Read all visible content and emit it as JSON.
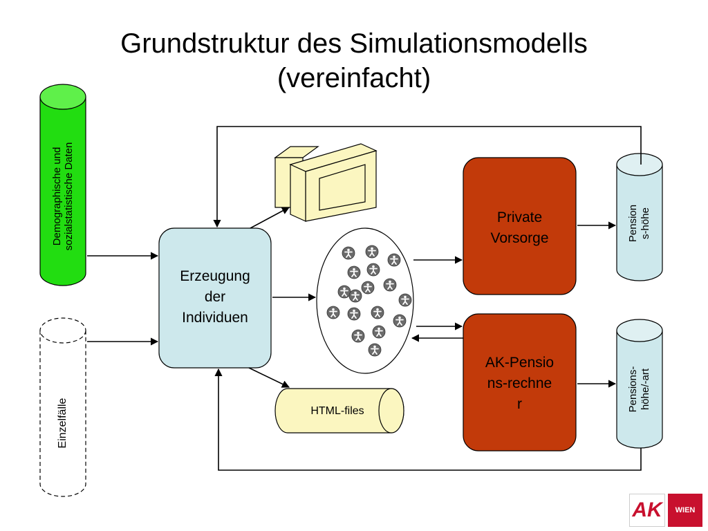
{
  "slide": {
    "title_line1": "Grundstruktur des Simulationsmodells",
    "title_line2": "(vereinfacht)"
  },
  "diagram": {
    "data_source_label": "Demographische und sozialstatistische Daten",
    "single_cases_label": "Einzelfälle",
    "generation_label": "Erzeugung der Individuen",
    "html_files_label": "HTML-files",
    "private_pension_label": "Private Vorsorge",
    "ak_calculator_label": "AK-Pensions-rechner",
    "pension_amount_label": "Pensions-höhe",
    "pension_amount_type_label": "Pensions-höhe/-art",
    "individuals_count": 17
  },
  "colors": {
    "data_green": "#22dd11",
    "light_blue": "#cde8ec",
    "dark_red": "#c23a0a",
    "cream": "#fbf6c0",
    "ak_red": "#c8102e"
  },
  "logo": {
    "ak_text": "AK",
    "wien_text": "WIEN"
  }
}
